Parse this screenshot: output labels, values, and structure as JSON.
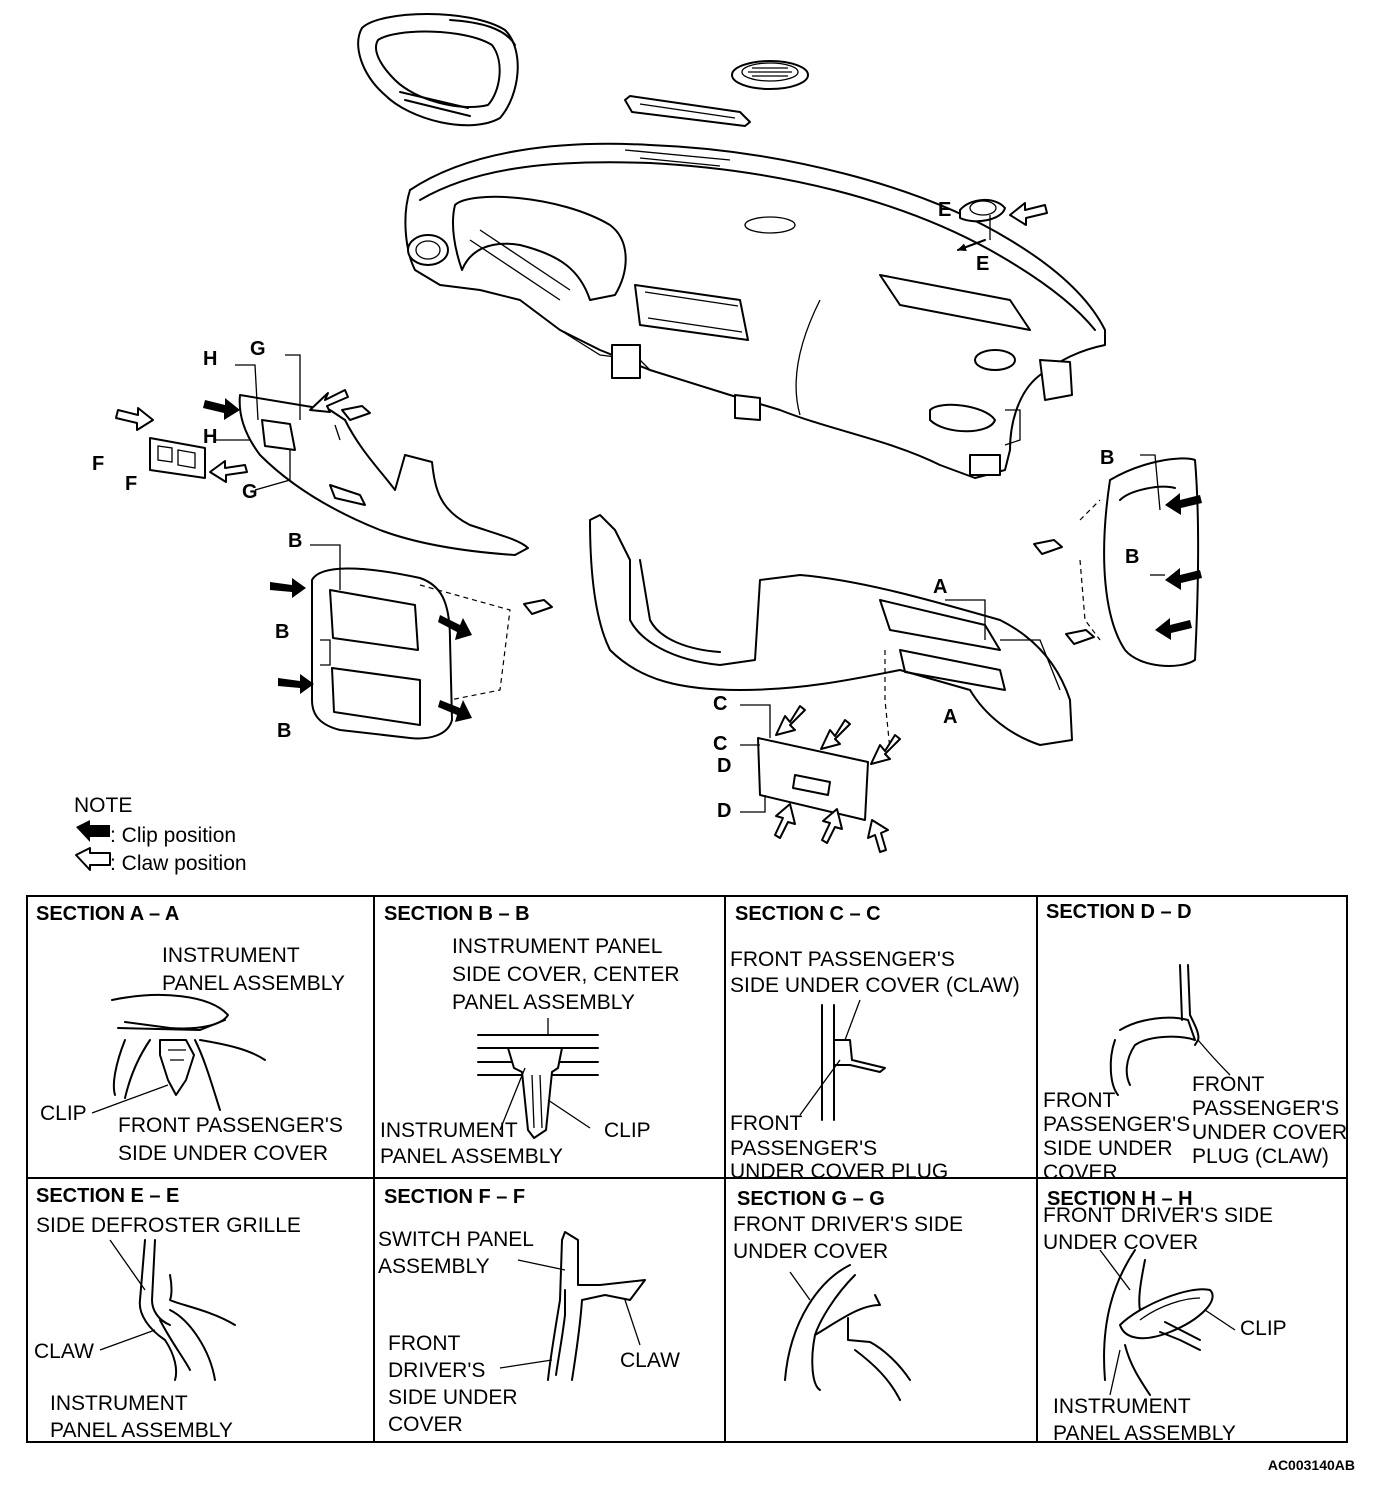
{
  "callouts": {
    "A": "A",
    "B": "B",
    "C": "C",
    "D": "D",
    "E": "E",
    "F": "F",
    "G": "G",
    "H": "H"
  },
  "note": {
    "title": "NOTE",
    "clip": ": Clip position",
    "claw": ": Claw position"
  },
  "sections": [
    {
      "title": "SECTION A – A",
      "labels": [
        "INSTRUMENT",
        "PANEL ASSEMBLY",
        "CLIP",
        "FRONT PASSENGER'S",
        "SIDE UNDER COVER"
      ]
    },
    {
      "title": "SECTION B – B",
      "labels": [
        "INSTRUMENT PANEL",
        "SIDE COVER, CENTER",
        "PANEL ASSEMBLY",
        "INSTRUMENT",
        "PANEL ASSEMBLY",
        "CLIP"
      ]
    },
    {
      "title": "SECTION C – C",
      "labels": [
        "FRONT PASSENGER'S",
        "SIDE UNDER COVER (CLAW)",
        "FRONT",
        "PASSENGER'S",
        "UNDER COVER PLUG"
      ]
    },
    {
      "title": "SECTION D – D",
      "labels": [
        "FRONT",
        "PASSENGER'S",
        "SIDE UNDER",
        "COVER",
        "FRONT",
        "PASSENGER'S",
        "UNDER COVER",
        "PLUG (CLAW)"
      ]
    },
    {
      "title": "SECTION E – E",
      "labels": [
        "SIDE DEFROSTER GRILLE",
        "CLAW",
        "INSTRUMENT",
        "PANEL ASSEMBLY"
      ]
    },
    {
      "title": "SECTION F – F",
      "labels": [
        "SWITCH PANEL",
        "ASSEMBLY",
        "FRONT",
        "DRIVER'S",
        "SIDE UNDER",
        "COVER",
        "CLAW"
      ]
    },
    {
      "title": "SECTION G – G",
      "labels": [
        "FRONT DRIVER'S SIDE",
        "UNDER COVER"
      ]
    },
    {
      "title": "SECTION H – H",
      "labels": [
        "FRONT DRIVER'S SIDE",
        "UNDER COVER",
        "CLIP",
        "INSTRUMENT",
        "PANEL ASSEMBLY"
      ]
    }
  ],
  "figure_code": "AC003140AB"
}
